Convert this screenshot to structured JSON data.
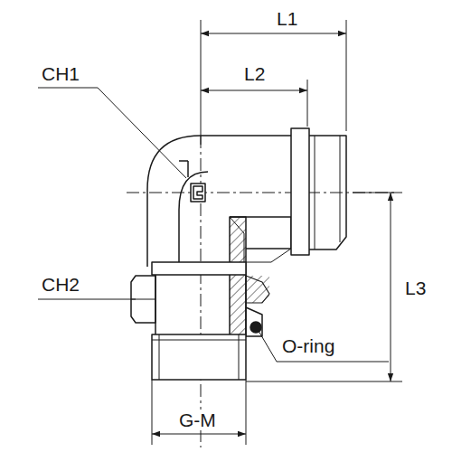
{
  "diagram": {
    "labels": [
      "L1",
      "L2",
      "CH1",
      "CH2",
      "L3",
      "O-ring",
      "G-M"
    ]
  }
}
